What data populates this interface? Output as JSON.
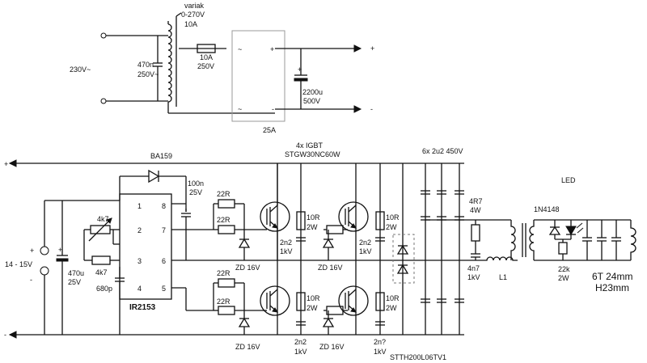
{
  "supply": {
    "mains_label": "230V~",
    "variac_label": "variak",
    "variac_range": "0-270V",
    "variac_current": "10A",
    "cap_value": "470n",
    "cap_voltage": "250V~",
    "fuse_value": "10A",
    "fuse_voltage": "250V",
    "elcap_value": "2200u",
    "elcap_voltage": "500V",
    "bridge_rating": "25A",
    "plus_sign": "+",
    "minus_sign": "-",
    "bridge_ac_a": "~",
    "bridge_ac_b": "~",
    "bridge_plus": "+",
    "bridge_minus": "-",
    "elcap_plus": "+"
  },
  "driver": {
    "diode_label": "BA159",
    "plus_rail": "+",
    "minus_rail": "-",
    "input_voltage": "14 - 15V",
    "input_plus": "+",
    "input_minus": "-",
    "elcap_value": "470u",
    "elcap_voltage": "25V",
    "elcap_plus": "+",
    "boot_cap_value": "100n",
    "boot_cap_voltage": "25V",
    "pot_value": "4k7",
    "res_value": "4k7",
    "timing_cap": "680p",
    "ic_label": "IR2153",
    "pins": [
      "1",
      "2",
      "3",
      "4",
      "8",
      "7",
      "6",
      "5"
    ]
  },
  "bridge": {
    "igbt_count": "4x IGBT",
    "igbt_type": "STGW30NC60W",
    "gate_res": [
      "22R",
      "22R",
      "22R",
      "22R"
    ],
    "zener": [
      "ZD 16V",
      "ZD 16V",
      "ZD 16V",
      "ZD 16V"
    ],
    "snub_res": [
      "10R",
      "2W",
      "10R",
      "2W",
      "10R",
      "2W",
      "10R",
      "2W"
    ],
    "snub_cap": [
      "2n2",
      "1kV",
      "2n2",
      "1kV",
      "2n2",
      "1kV",
      "2n?",
      "1kV"
    ],
    "cap_bank": "6x 2u2 450V",
    "diode_type": "STTH200L06TV1"
  },
  "output": {
    "res_value": "4R7",
    "res_power": "4W",
    "cap_value": "4n7",
    "cap_voltage": "1kV",
    "inductor": "L1",
    "led_label": "LED",
    "diode_type": "1N4148",
    "led_res": "22k",
    "led_res_power": "2W",
    "coil_turns": "6T 24mm",
    "coil_height": "H23mm"
  }
}
